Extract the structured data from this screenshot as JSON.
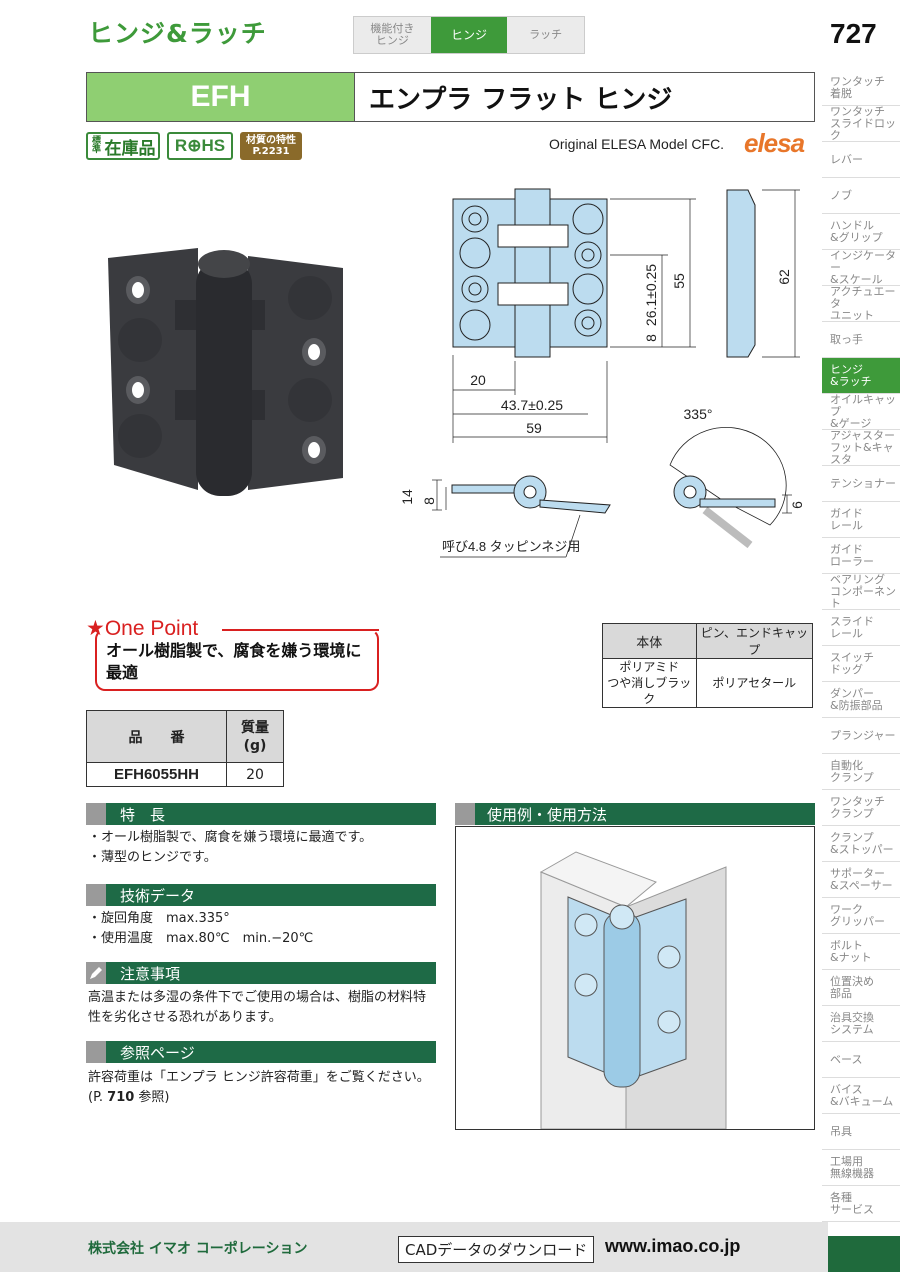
{
  "header": {
    "category_title": "ヒンジ&ラッチ",
    "tabs": [
      {
        "label": "機能付き\nヒンジ"
      },
      {
        "label": "ヒンジ"
      },
      {
        "label": "ラッチ"
      }
    ],
    "page_number": "727"
  },
  "product": {
    "code": "EFH",
    "name": "エンプラ フラット ヒンジ",
    "badge_stock_small": "標準",
    "badge_stock": "在庫品",
    "badge_rohs": "R⊕HS",
    "badge_material_line1": "材質の特性",
    "badge_material_line2": "P.2231",
    "original_text": "Original ELESA Model CFC.",
    "logo_text": "elesa"
  },
  "diagram": {
    "dim_55": "55",
    "dim_62": "62",
    "dim_26": "26.1±0.25",
    "dim_8": "8",
    "dim_20": "20",
    "dim_43": "43.7±0.25",
    "dim_59": "59",
    "dim_335": "335°",
    "dim_14": "14",
    "dim_8b": "8",
    "dim_6": "6",
    "screw_note": "呼び4.8 タッピンネジ用"
  },
  "one_point": {
    "title": "★One Point",
    "text": "オール樹脂製で、腐食を嫌う環境に最適"
  },
  "material_table": {
    "headers": [
      "本体",
      "ピン、エンドキャップ"
    ],
    "row": [
      "ポリアミド\nつや消しブラック",
      "ポリアセタール"
    ]
  },
  "product_table": {
    "header_code": "品　　番",
    "header_weight": "質量\n(g)",
    "rows": [
      {
        "code": "EFH6055HH",
        "weight": "20"
      }
    ]
  },
  "sections": {
    "features_title": "特　長",
    "features": [
      "・オール樹脂製で、腐食を嫌う環境に最適です。",
      "・薄型のヒンジです。"
    ],
    "tech_title": "技術データ",
    "tech": [
      "・旋回角度　max.335°",
      "・使用温度　max.80℃　min.−20℃"
    ],
    "caution_title": "注意事項",
    "caution": "高温または多湿の条件下でご使用の場合は、樹脂の材料特性を劣化させる恐れがあります。",
    "ref_title": "参照ページ",
    "ref_line1": "許容荷重は「エンプラ ヒンジ許容荷重」をご覧ください。",
    "ref_line2_pre": "(P. ",
    "ref_line2_page": "710",
    "ref_line2_post": " 参照)",
    "usage_title": "使用例・使用方法"
  },
  "sidebar": [
    {
      "label": "ワンタッチ\n着脱"
    },
    {
      "label": "ワンタッチ\nスライドロック"
    },
    {
      "label": "レバー"
    },
    {
      "label": "ノブ"
    },
    {
      "label": "ハンドル\n&グリップ"
    },
    {
      "label": "インジケーター\n&スケール"
    },
    {
      "label": "アクチュエータ\nユニット"
    },
    {
      "label": "取っ手"
    },
    {
      "label": "ヒンジ\n&ラッチ"
    },
    {
      "label": "オイルキャップ\n&ゲージ"
    },
    {
      "label": "アジャスター\nフット&キャスタ"
    },
    {
      "label": "テンショナー"
    },
    {
      "label": "ガイド\nレール"
    },
    {
      "label": "ガイド\nローラー"
    },
    {
      "label": "ベアリング\nコンポーネント"
    },
    {
      "label": "スライド\nレール"
    },
    {
      "label": "スイッチ\nドッグ"
    },
    {
      "label": "ダンパー\n&防振部品"
    },
    {
      "label": "プランジャー"
    },
    {
      "label": "自動化\nクランプ"
    },
    {
      "label": "ワンタッチ\nクランプ"
    },
    {
      "label": "クランプ\n&ストッパー"
    },
    {
      "label": "サポーター\n&スペーサー"
    },
    {
      "label": "ワーク\nグリッパー"
    },
    {
      "label": "ボルト\n&ナット"
    },
    {
      "label": "位置決め\n部品"
    },
    {
      "label": "治具交換\nシステム"
    },
    {
      "label": "ベース"
    },
    {
      "label": "バイス\n&バキューム"
    },
    {
      "label": "吊具"
    },
    {
      "label": "工場用\n無線機器"
    },
    {
      "label": "各種\nサービス"
    }
  ],
  "footer": {
    "company": "株式会社 イマオ コーポレーション",
    "cad": "CADデータのダウンロード",
    "url": "www.imao.co.jp"
  }
}
